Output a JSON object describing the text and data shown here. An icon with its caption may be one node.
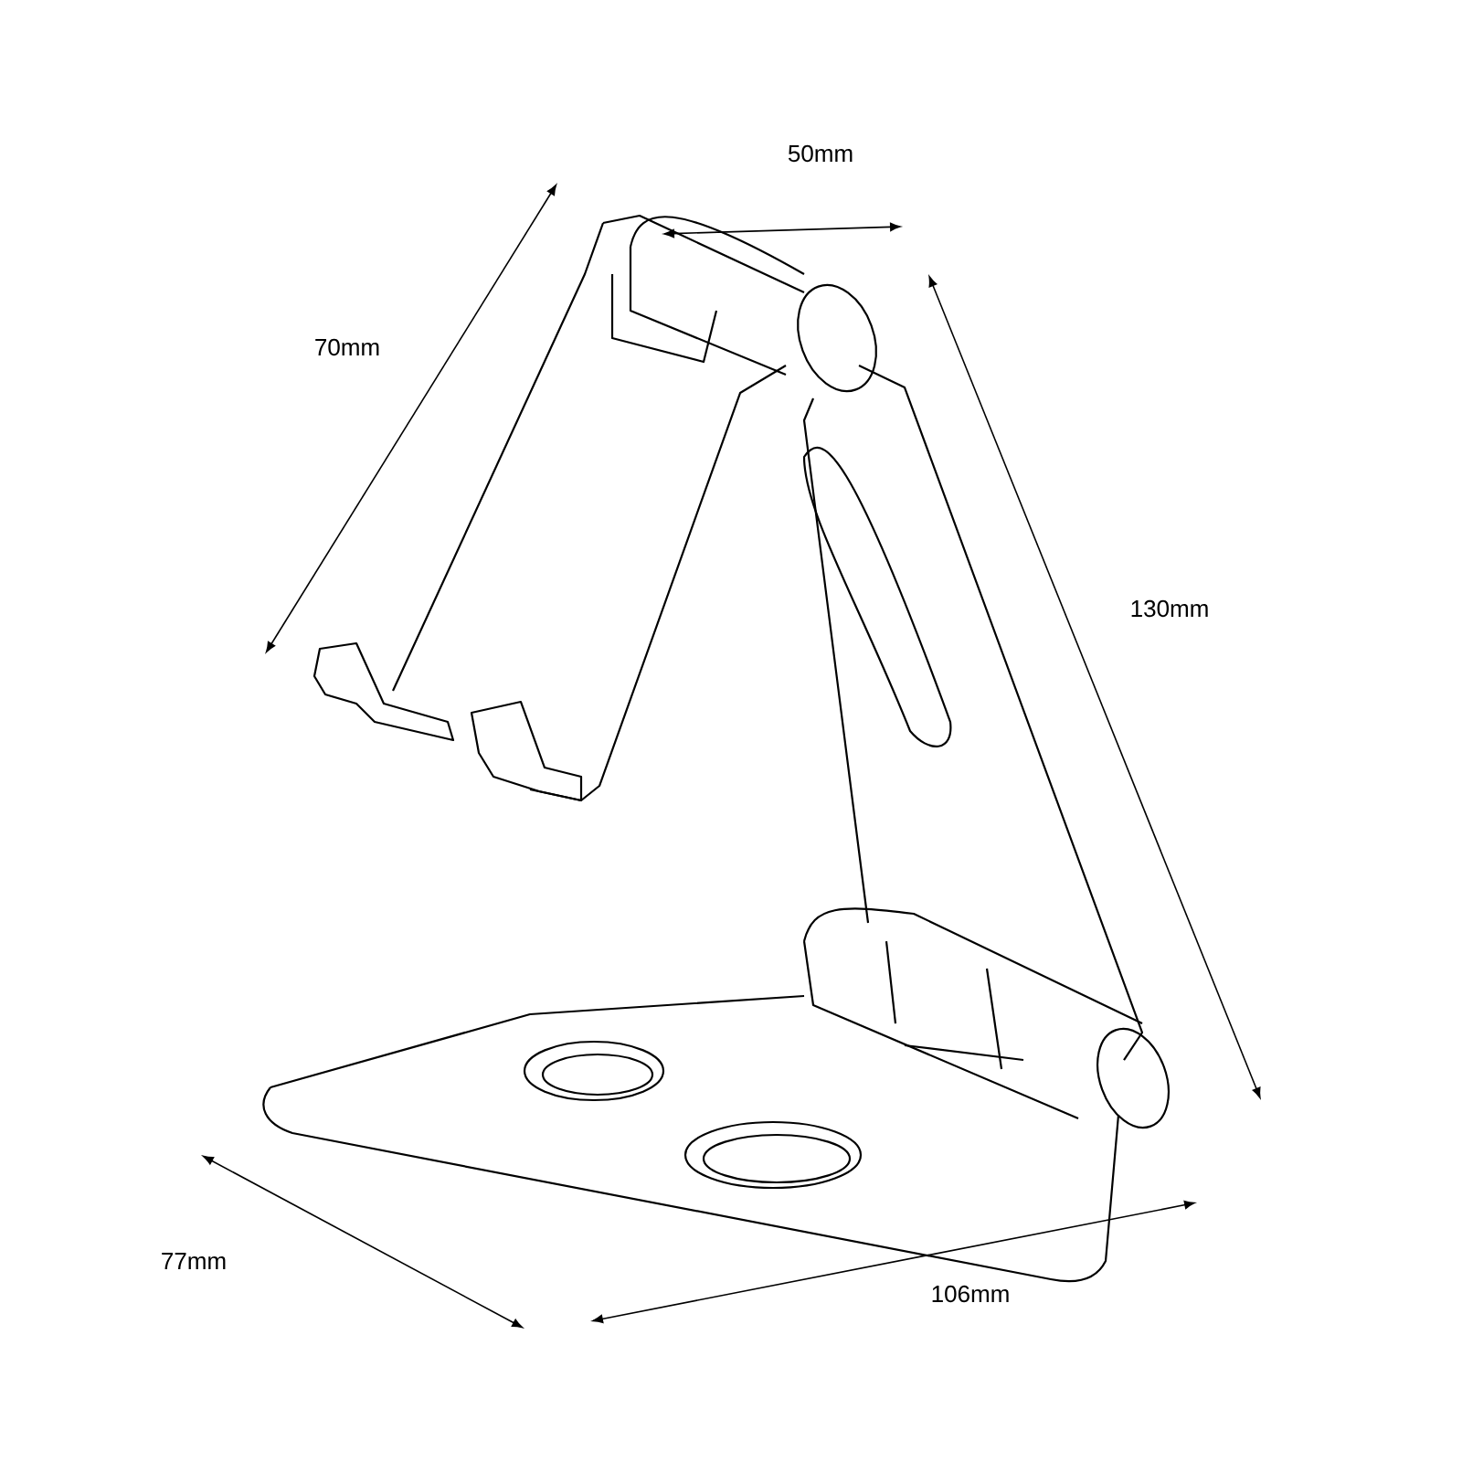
{
  "diagram": {
    "labels": [
      "50mm",
      "70mm",
      "130mm",
      "77mm",
      "106mm"
    ]
  }
}
